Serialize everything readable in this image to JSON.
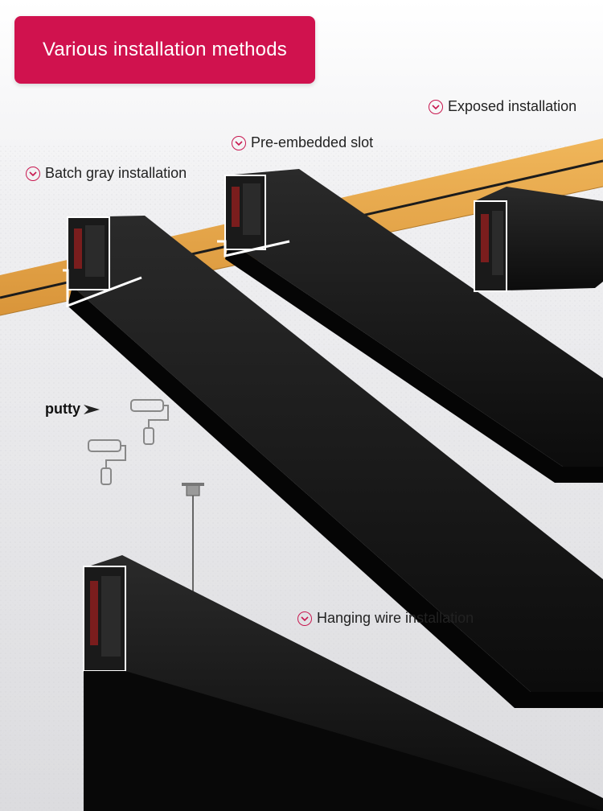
{
  "banner": {
    "title": "Various installation methods",
    "color": "#d0124e"
  },
  "labels": {
    "exposed": "Exposed installation",
    "pre_embedded": "Pre-embedded slot",
    "batch_gray": "Batch gray installation",
    "hanging_wire": "Hanging wire installation",
    "putty": "putty"
  },
  "colors": {
    "accent": "#c8174f",
    "wood": "#e7a44a",
    "track": "#111111",
    "wall": "#e7e7e9"
  },
  "icons": [
    "chevron-down-icon",
    "arrow-right-icon",
    "paint-roller-icon"
  ]
}
